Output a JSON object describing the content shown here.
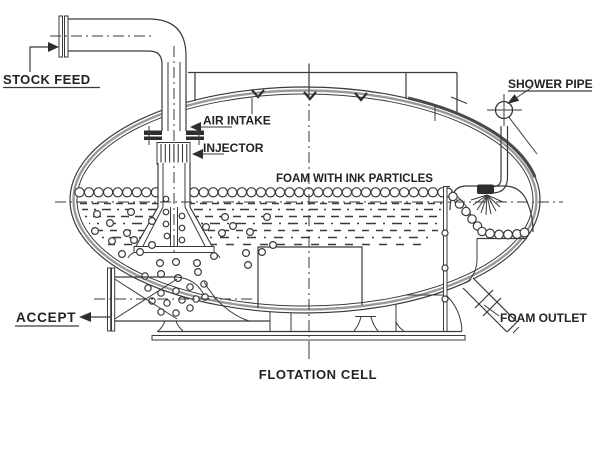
{
  "title": "Flotation cell cross-section diagram",
  "labels": {
    "stock_feed": "STOCK FEED",
    "air_intake": "AIR INTAKE",
    "injector": "INJECTOR",
    "foam_with_ink_particles": "FOAM WITH INK PARTICLES",
    "shower_pipe": "SHOWER PIPE",
    "accept": "ACCEPT",
    "foam_outlet": "FOAM OUTLET"
  },
  "caption": "FLOTATION CELL",
  "colors": {
    "line": "#3a3a3a",
    "shell_band": "#9a9a9a",
    "text": "#232323",
    "background": "#ffffff"
  }
}
